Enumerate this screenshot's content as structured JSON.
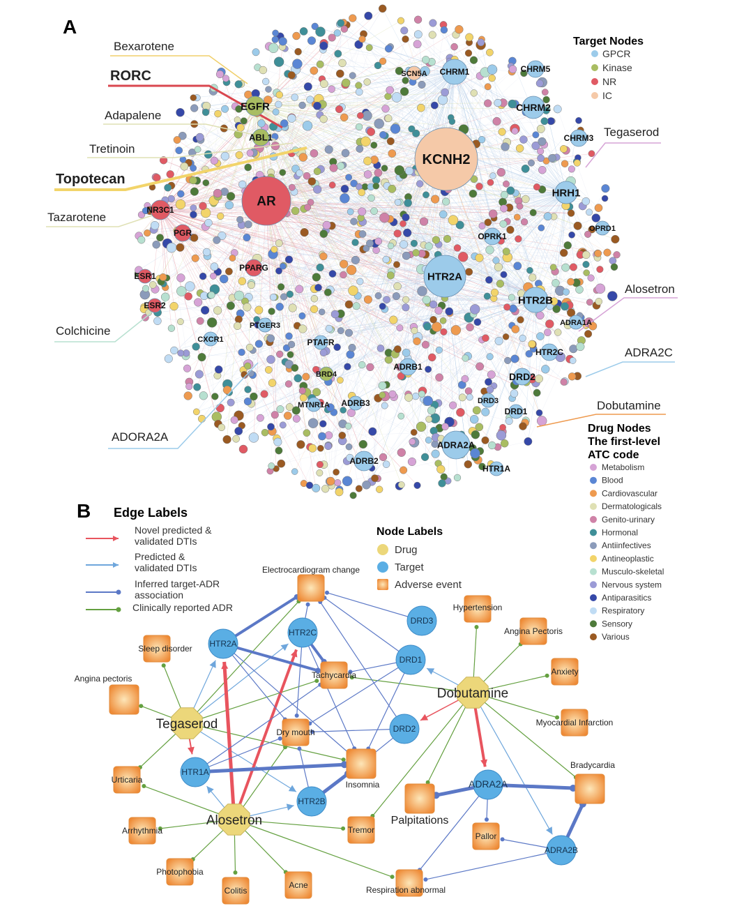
{
  "panel_a": {
    "letter": "A",
    "target_legend": {
      "title": "Target Nodes",
      "items": [
        {
          "label": "GPCR",
          "color": "#9ccbea"
        },
        {
          "label": "Kinase",
          "color": "#a9bd62"
        },
        {
          "label": "NR",
          "color": "#e05a64"
        },
        {
          "label": "IC",
          "color": "#f5c9a8"
        }
      ]
    },
    "drug_legend": {
      "title_lines": [
        "Drug Nodes",
        "The first-level",
        "ATC code"
      ],
      "items": [
        {
          "label": "Metabolism",
          "color": "#d6a3d6"
        },
        {
          "label": "Blood",
          "color": "#5a86d4"
        },
        {
          "label": "Cardiovascular",
          "color": "#ee9a4f"
        },
        {
          "label": "Dermatologicals",
          "color": "#dfe0b4"
        },
        {
          "label": "Genito-urinary",
          "color": "#cf82a7"
        },
        {
          "label": "Hormonal",
          "color": "#3f8f98"
        },
        {
          "label": "Antiinfectives",
          "color": "#8b9bba"
        },
        {
          "label": "Antineoplastic",
          "color": "#f2d46a"
        },
        {
          "label": "Musculo-skeletal",
          "color": "#b7e0d0"
        },
        {
          "label": "Nervous system",
          "color": "#9b9bd6"
        },
        {
          "label": "Antiparasitics",
          "color": "#3548a8"
        },
        {
          "label": "Respiratory",
          "color": "#c0dcf4"
        },
        {
          "label": "Sensory",
          "color": "#4e7a3a"
        },
        {
          "label": "Various",
          "color": "#9a5a22"
        }
      ]
    },
    "targets": [
      "KCNH2",
      "AR",
      "HTR2A",
      "CHRM1",
      "CHRM5",
      "CHRM2",
      "CHRM3",
      "HRH1",
      "OPRD1",
      "OPRK1",
      "HTR2B",
      "ADRA1A",
      "HTR2C",
      "DRD2",
      "DRD3",
      "DRD1",
      "ADRA2A",
      "HTR1A",
      "ADRB2",
      "ADRB1",
      "ADRB3",
      "MTNR1A",
      "BRD4",
      "PTAFR",
      "PTGER3",
      "CXCR1",
      "PPARG",
      "ESR1",
      "ESR2",
      "PGR",
      "NR3C1",
      "ABL1",
      "EGFR",
      "SCN5A"
    ],
    "callouts": [
      "Bexarotene",
      "RORC",
      "Adapalene",
      "Tretinoin",
      "Topotecan",
      "Tazarotene",
      "Colchicine",
      "ADORA2A",
      "Tegaserod",
      "Alosetron",
      "ADRA2C",
      "Dobutamine"
    ]
  },
  "panel_b": {
    "letter": "B",
    "edge_legend": {
      "title": "Edge Labels",
      "items": [
        {
          "lines": [
            "Novel predicted &",
            "validated  DTIs"
          ],
          "color": "#e8545e"
        },
        {
          "lines": [
            "Predicted &",
            "validated  DTIs"
          ],
          "color": "#6ea6dc"
        },
        {
          "lines": [
            "Inferred target-ADR",
            "association"
          ],
          "color": "#5b78c6"
        },
        {
          "lines": [
            "Clinically reported ADR"
          ],
          "color": "#64a040"
        }
      ]
    },
    "node_legend": {
      "title": "Node Labels",
      "items": [
        {
          "label": "Drug",
          "color": "#ecd77a"
        },
        {
          "label": "Target",
          "color": "#5aaee4"
        },
        {
          "label": "Adverse event",
          "color": "#f29a45"
        }
      ]
    },
    "drugs": [
      "Tegaserod",
      "Dobutamine",
      "Alosetron"
    ],
    "targets": [
      "HTR2A",
      "HTR2C",
      "DRD3",
      "DRD1",
      "DRD2",
      "HTR1A",
      "HTR2B",
      "ADRA2A",
      "ADRA2B"
    ],
    "adverse_events": [
      "Electrocardiogram change",
      "Sleep disorder",
      "Angina pectoris",
      "Tachycardia",
      "Dry mouth",
      "Insomnia",
      "Urticaria",
      "Arrhythmia",
      "Photophobia",
      "Colitis",
      "Acne",
      "Tremor",
      "Respiration abnormal",
      "Palpitations",
      "Pallor",
      "Bradycardia",
      "Hypertension",
      "Angina Pectoris",
      "Anxiety",
      "Myocardial Infarction"
    ]
  }
}
